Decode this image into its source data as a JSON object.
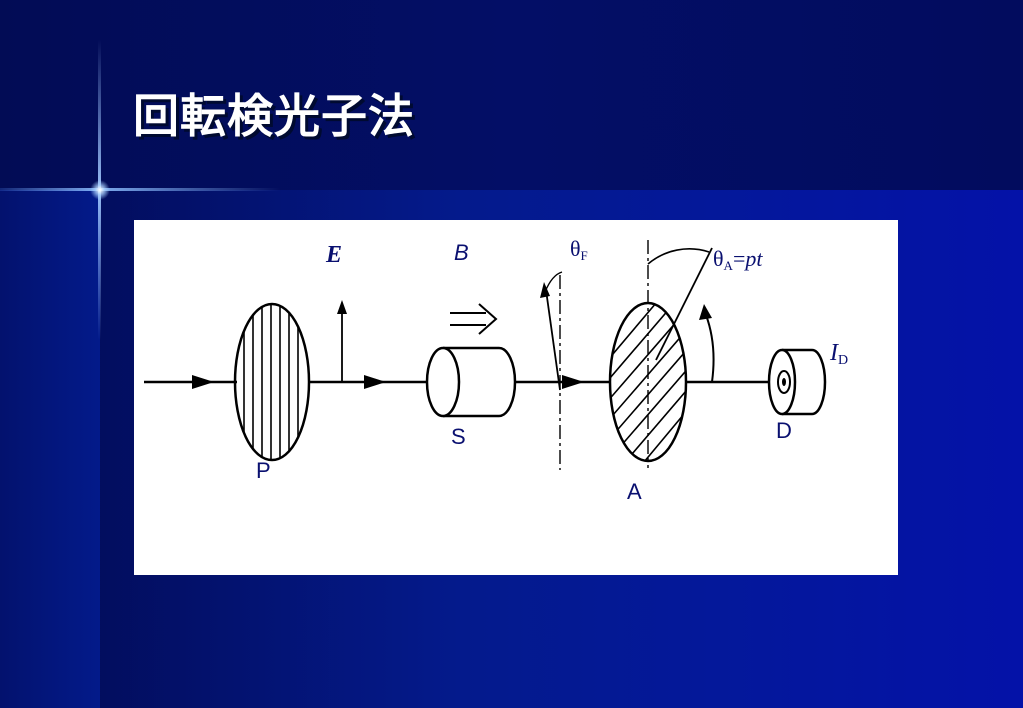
{
  "slide": {
    "title": "回転検光子法"
  },
  "figure": {
    "labels": {
      "E": "E",
      "B": "B",
      "theta_F_main": "θ",
      "theta_F_sub": "F",
      "theta_A_main": "θ",
      "theta_A_sub": "A",
      "theta_A_eq": "=",
      "theta_A_rhs": "pt",
      "I_D_main": "I",
      "I_D_sub": "D",
      "arrow_B": "⇒",
      "P": "P",
      "S": "S",
      "A": "A",
      "D": "D"
    },
    "colors": {
      "ink": "#000000",
      "label": "#0a1070",
      "panel": "#ffffff"
    }
  }
}
